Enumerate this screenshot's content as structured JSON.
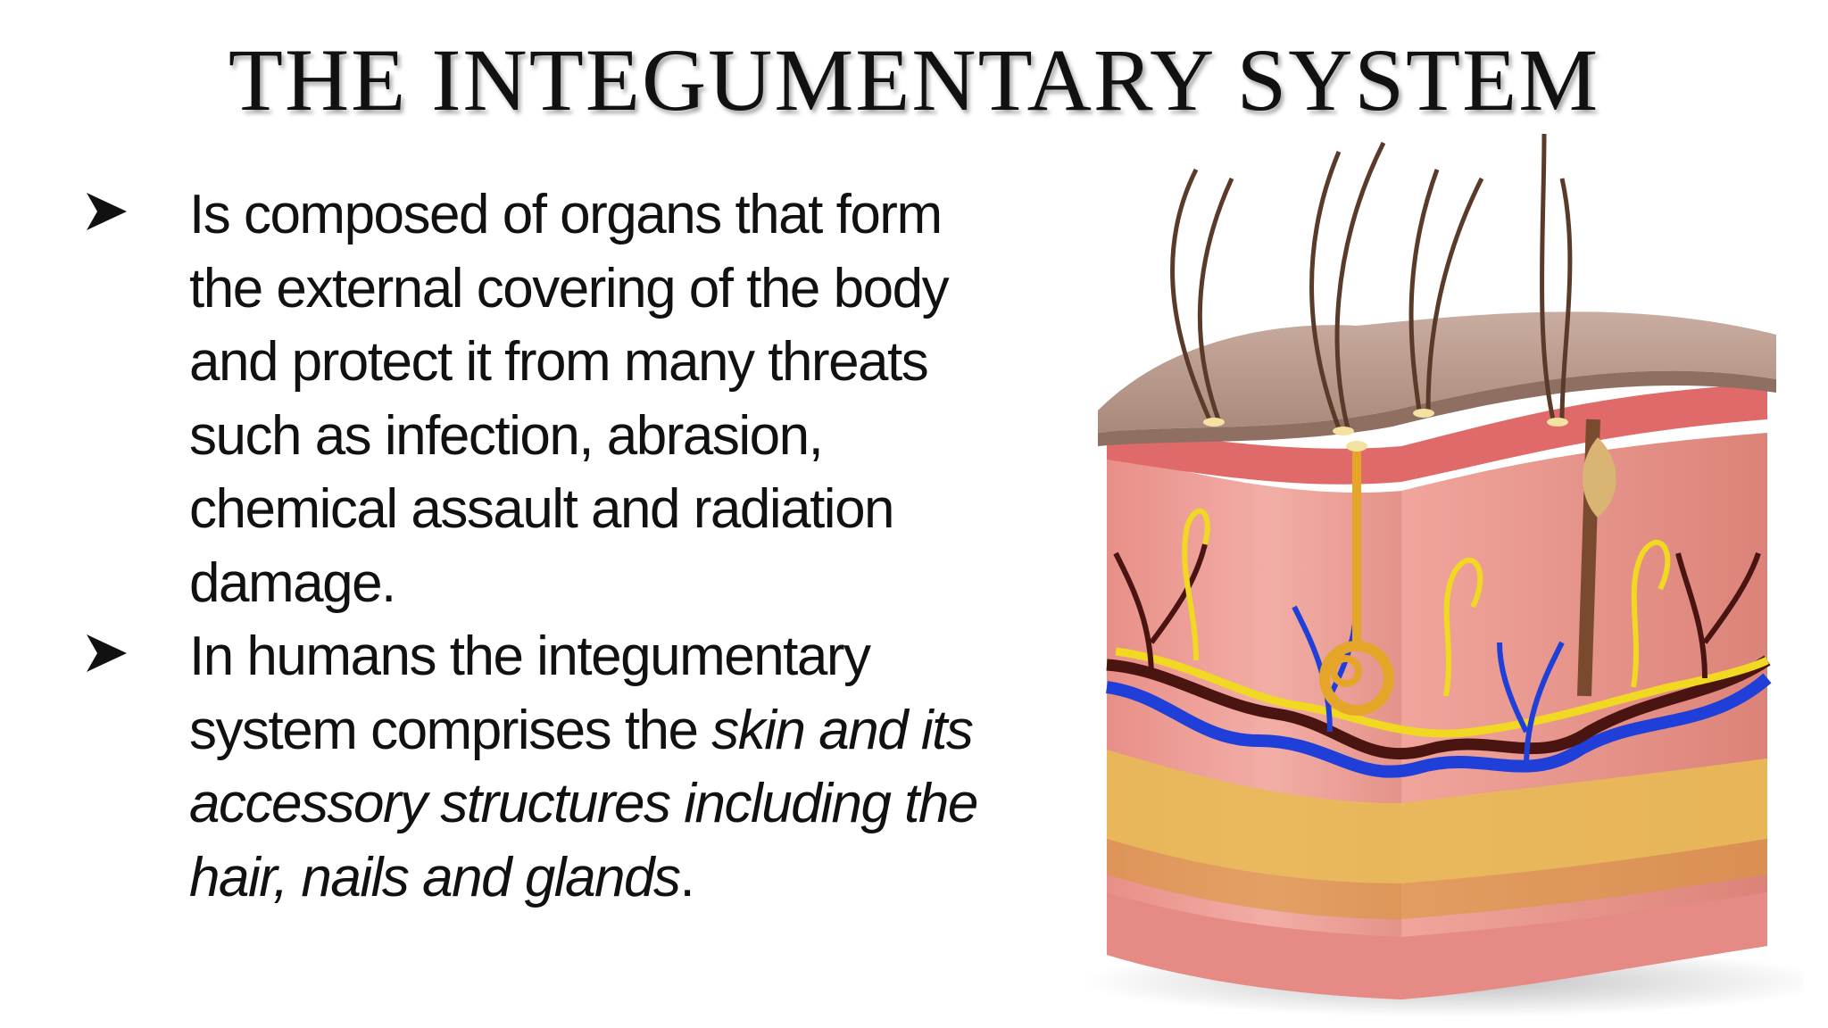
{
  "slide": {
    "title": "THE INTEGUMENTARY SYSTEM",
    "bullets": [
      {
        "marker_icon": "arrowhead-bullet-icon",
        "lines": [
          "Is composed of organs that form",
          "the external covering of the body",
          "and protect it from many threats",
          "such as infection, abrasion,",
          "chemical assault and radiation",
          "damage."
        ]
      },
      {
        "marker_icon": "arrowhead-bullet-icon",
        "line1": "In humans the integumentary",
        "line2_plain": "system comprises the ",
        "line2_italic": "skin and its",
        "line3_italic": "accessory structures including the",
        "line4_italic": "hair, nails and glands",
        "line4_end": "."
      }
    ]
  },
  "colors": {
    "epidermis": "#b79b8a",
    "dermis": "#ec9a92",
    "fat_layer": "#e9ba55",
    "nerve": "#f1d823",
    "vein": "#1f3fd8",
    "artery": "#4a1411"
  }
}
